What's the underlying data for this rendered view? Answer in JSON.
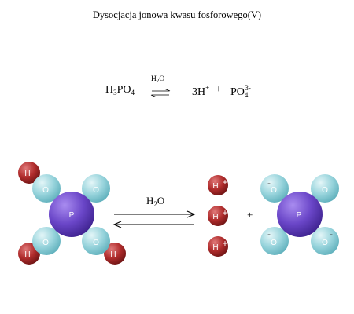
{
  "title": "Dysocjacja jonowa kwasu fosforowego(V)",
  "equation": {
    "reactant": {
      "sym1": "H",
      "sub1": "3",
      "sym2": "PO",
      "sub2": "4"
    },
    "solvent_small": {
      "sym": "H",
      "sub": "2",
      "rest": "O"
    },
    "product1": {
      "coef": "3H",
      "charge": "+"
    },
    "plus": "+",
    "product2": {
      "sym": "PO",
      "sub": "4",
      "charge": "3-"
    }
  },
  "scene": {
    "solvent_label": {
      "sym": "H",
      "sub": "2",
      "rest": "O"
    },
    "plus": "+",
    "atom_labels": {
      "p": "P",
      "o": "O",
      "h": "H",
      "h_ion": "H",
      "h_charge": "+",
      "o_charge": "-"
    },
    "colors": {
      "phosphorus": "#6a46c8",
      "oxygen": "#98d4dc",
      "hydrogen": "#b02c2c",
      "arrow": "#000000"
    }
  }
}
